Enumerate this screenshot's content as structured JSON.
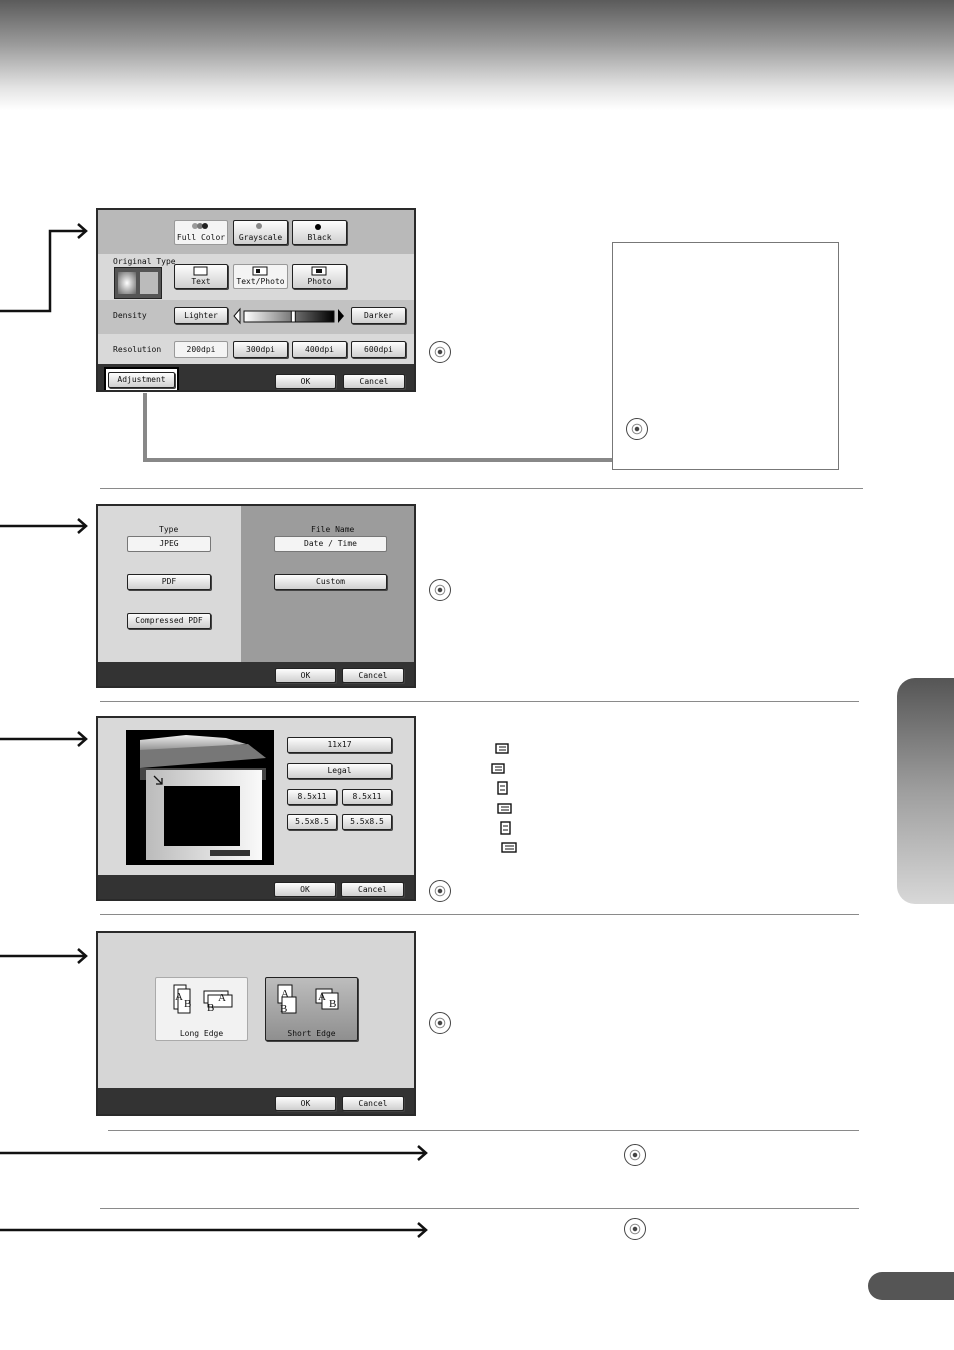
{
  "scan_settings": {
    "color_mode": [
      "Full Color",
      "Grayscale",
      "Black"
    ],
    "original_type_label": "Original Type",
    "original_type": [
      "Text",
      "Text/Photo",
      "Photo"
    ],
    "density_label": "Density",
    "lighter": "Lighter",
    "darker": "Darker",
    "density_level": 0.55,
    "resolution_label": "Resolution",
    "resolution": [
      "200dpi",
      "300dpi",
      "400dpi",
      "600dpi"
    ],
    "adjustment": "Adjustment",
    "ok": "OK",
    "cancel": "Cancel"
  },
  "file_type": {
    "type_label": "Type",
    "type_value": "JPEG",
    "pdf": "PDF",
    "compressed_pdf": "Compressed PDF",
    "file_name_label": "File Name",
    "file_name_value": "Date / Time",
    "custom": "Custom",
    "ok": "OK",
    "cancel": "Cancel"
  },
  "paper_size": {
    "sizes": [
      "11x17",
      "Legal",
      "8.5x11",
      "8.5x11",
      "5.5x8.5",
      "5.5x8.5"
    ],
    "ok": "OK",
    "cancel": "Cancel"
  },
  "binding": {
    "long_edge": "Long Edge",
    "short_edge": "Short Edge",
    "ok": "OK",
    "cancel": "Cancel"
  },
  "colors": {
    "panel_bg": "#d6d6d6",
    "dark_bar": "#333333",
    "connector": "#888888"
  }
}
